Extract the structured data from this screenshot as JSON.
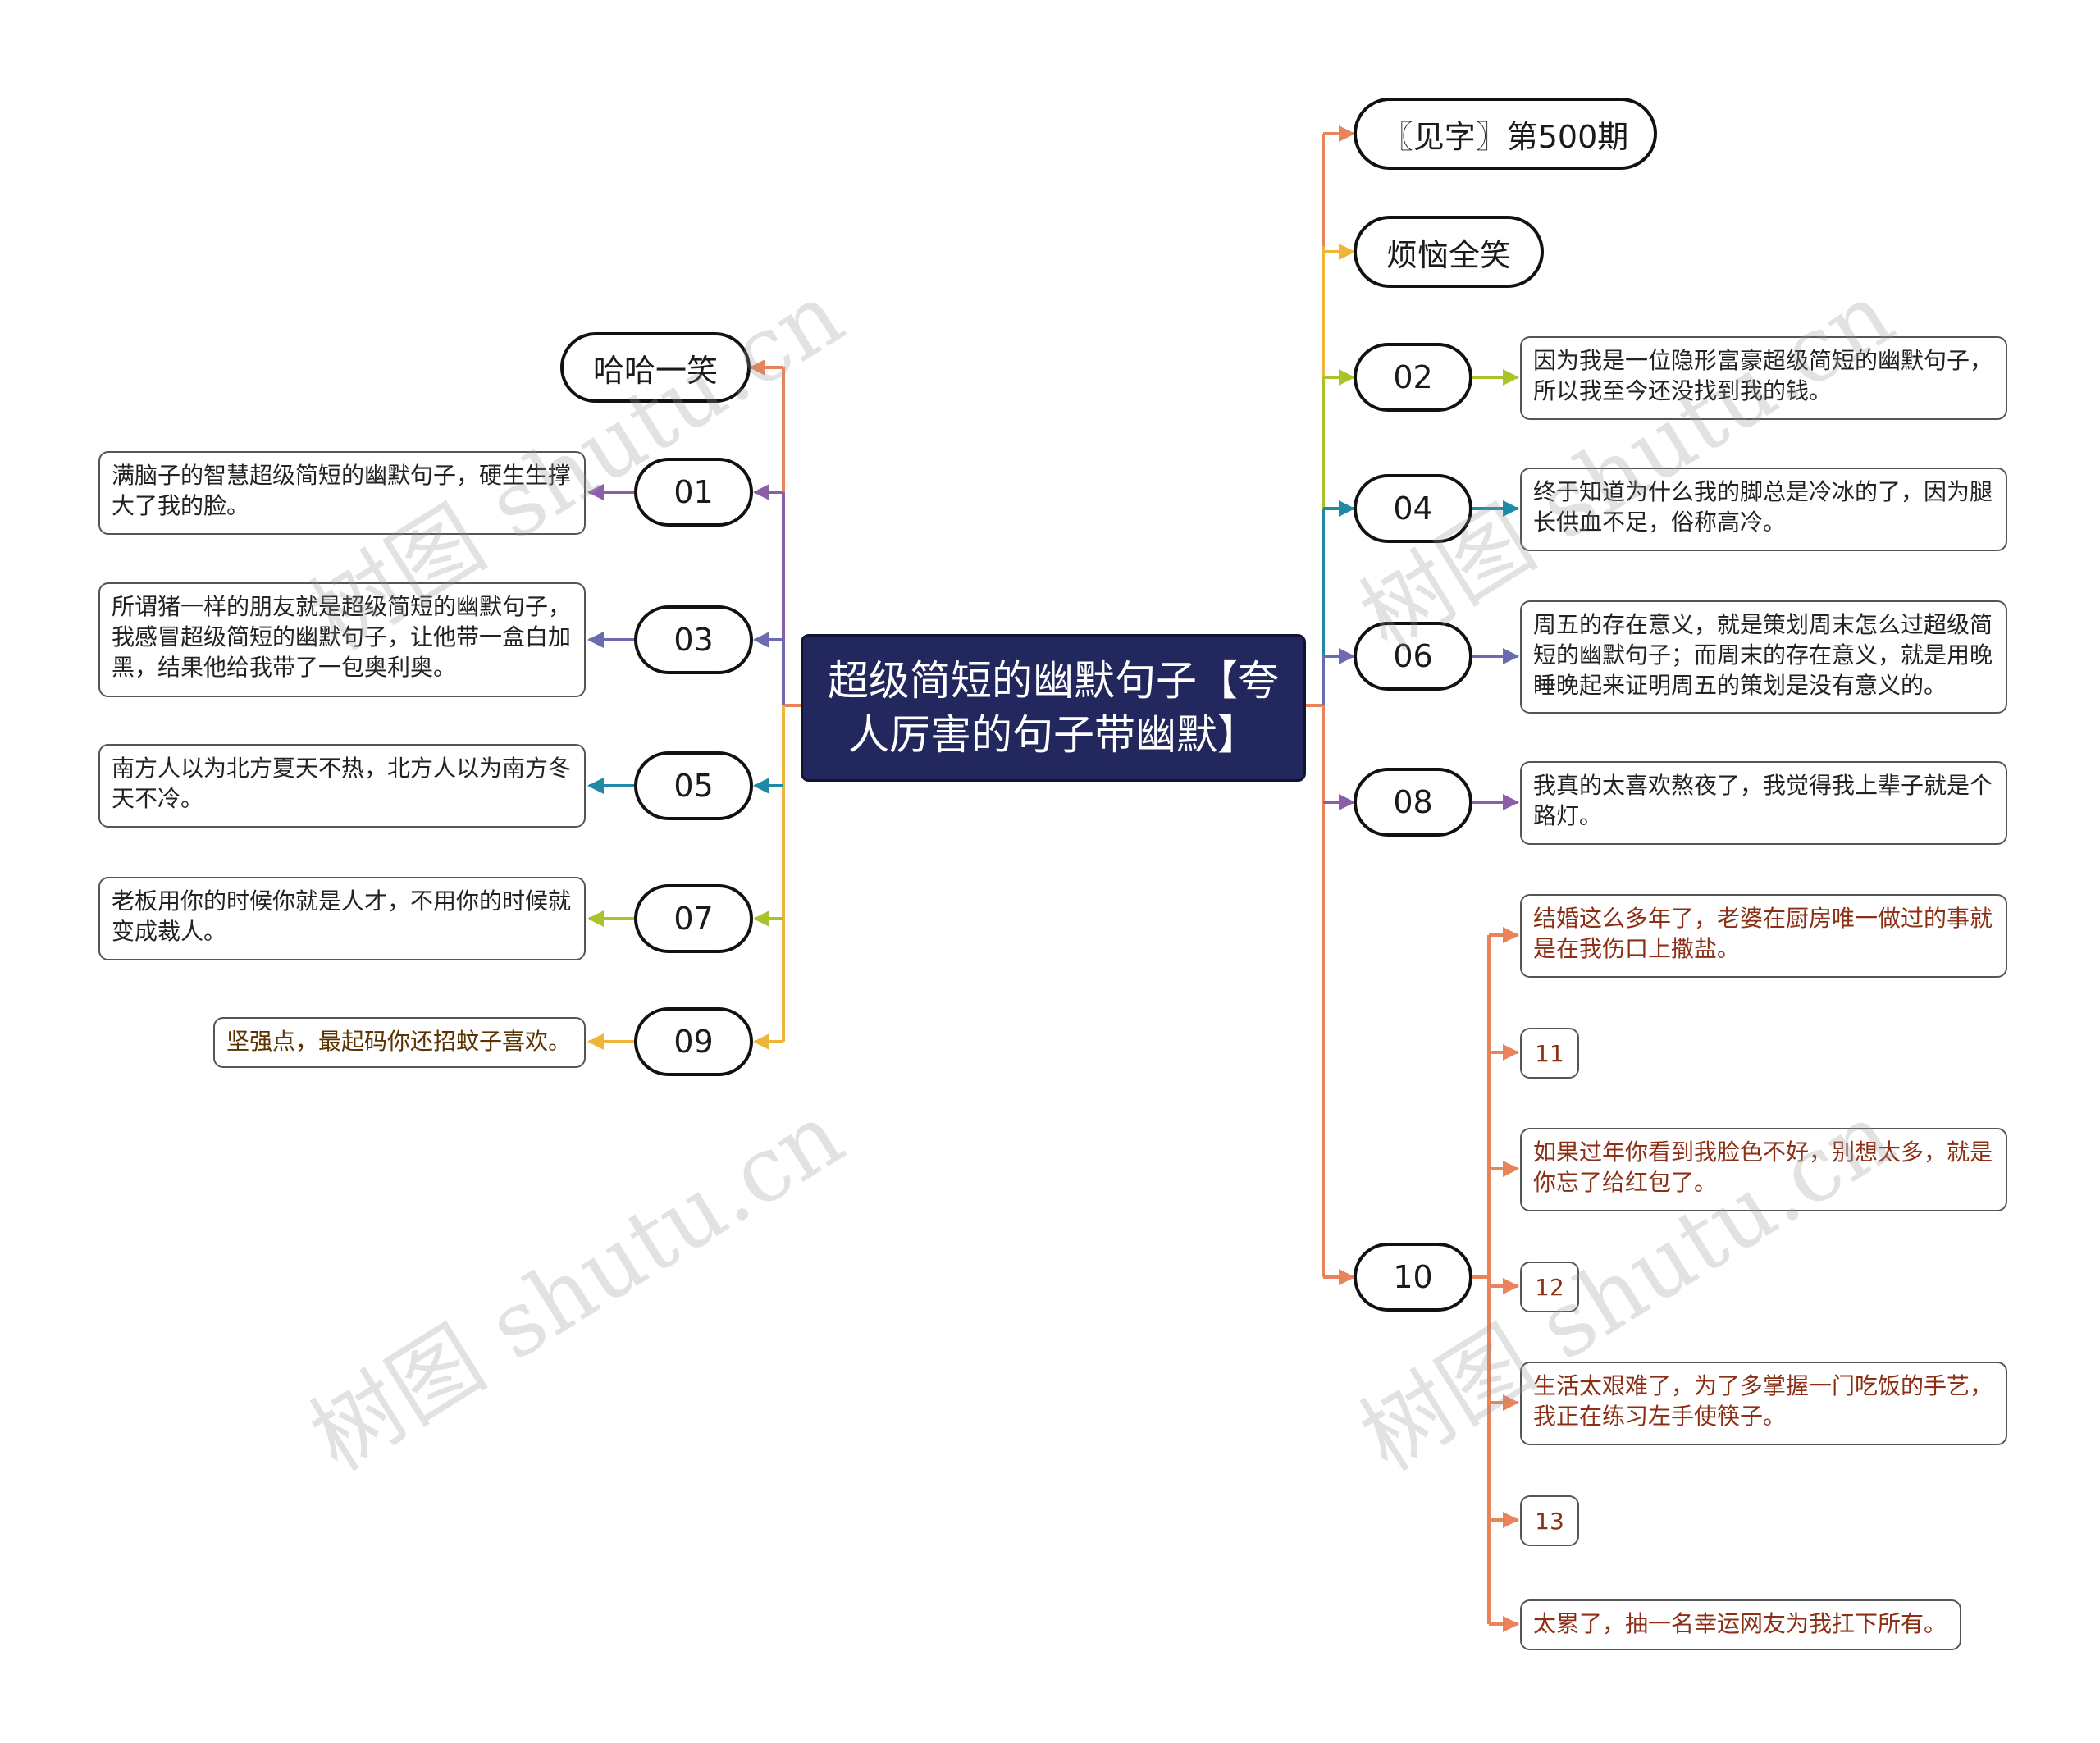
{
  "title": "超级简短的幽默句子【夸人厉害的句子带幽默】",
  "watermark": "树图 shutu.cn",
  "colors": {
    "center_fill": "#22275e",
    "orange": "#e8835a",
    "purple": "#8b5fa8",
    "indigo": "#6d6bb0",
    "teal": "#1f8aa6",
    "lime": "#a9c42a",
    "yellow": "#f0b43a",
    "red_text": "#8c2f14"
  },
  "left": {
    "haha": "哈哈一笑",
    "b01": {
      "label": "01",
      "text": "满脑子的智慧超级简短的幽默句子，硬生生撑大了我的脸。"
    },
    "b03": {
      "label": "03",
      "text": "所谓猪一样的朋友就是超级简短的幽默句子，我感冒超级简短的幽默句子，让他带一盒白加黑，结果他给我带了一包奥利奥。"
    },
    "b05": {
      "label": "05",
      "text": "南方人以为北方夏天不热，北方人以为南方冬天不冷。"
    },
    "b07": {
      "label": "07",
      "text": "老板用你的时候你就是人才，不用你的时候就变成裁人。"
    },
    "b09": {
      "label": "09",
      "text": "坚强点，最起码你还招蚊子喜欢。"
    }
  },
  "right": {
    "jianzi": "〖见字〗第500期",
    "fannao": "烦恼全笑",
    "b02": {
      "label": "02",
      "text": "因为我是一位隐形富豪超级简短的幽默句子，所以我至今还没找到我的钱。"
    },
    "b04": {
      "label": "04",
      "text": "终于知道为什么我的脚总是冷冰的了，因为腿长供血不足，俗称高冷。"
    },
    "b06": {
      "label": "06",
      "text": "周五的存在意义，就是策划周末怎么过超级简短的幽默句子；而周末的存在意义，就是用晚睡晚起来证明周五的策划是没有意义的。"
    },
    "b08": {
      "label": "08",
      "text": "我真的太喜欢熬夜了，我觉得我上辈子就是个路灯。"
    },
    "b10": {
      "label": "10",
      "items": [
        "结婚这么多年了，老婆在厨房唯一做过的事就是在我伤口上撒盐。",
        "11",
        "如果过年你看到我脸色不好，别想太多，就是你忘了给红包了。",
        "12",
        "生活太艰难了，为了多掌握一门吃饭的手艺，我正在练习左手使筷子。",
        "13",
        "太累了，抽一名幸运网友为我扛下所有。"
      ]
    }
  }
}
